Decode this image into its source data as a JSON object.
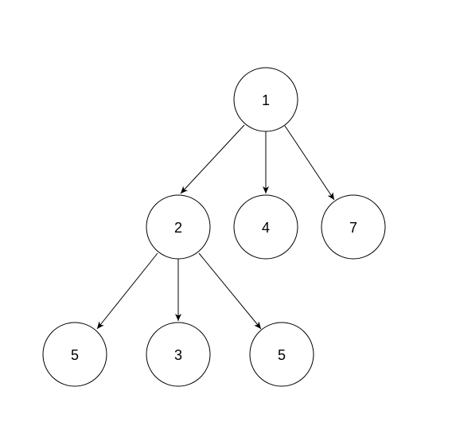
{
  "diagram": {
    "type": "tree",
    "nodes": [
      {
        "id": "n1",
        "label": "1"
      },
      {
        "id": "n2",
        "label": "2"
      },
      {
        "id": "n4",
        "label": "4"
      },
      {
        "id": "n7",
        "label": "7"
      },
      {
        "id": "n5a",
        "label": "5"
      },
      {
        "id": "n3",
        "label": "3"
      },
      {
        "id": "n5b",
        "label": "5"
      }
    ],
    "edges": [
      {
        "from": "n1",
        "to": "n2"
      },
      {
        "from": "n1",
        "to": "n4"
      },
      {
        "from": "n1",
        "to": "n7"
      },
      {
        "from": "n2",
        "to": "n5a"
      },
      {
        "from": "n2",
        "to": "n3"
      },
      {
        "from": "n2",
        "to": "n5b"
      }
    ]
  }
}
